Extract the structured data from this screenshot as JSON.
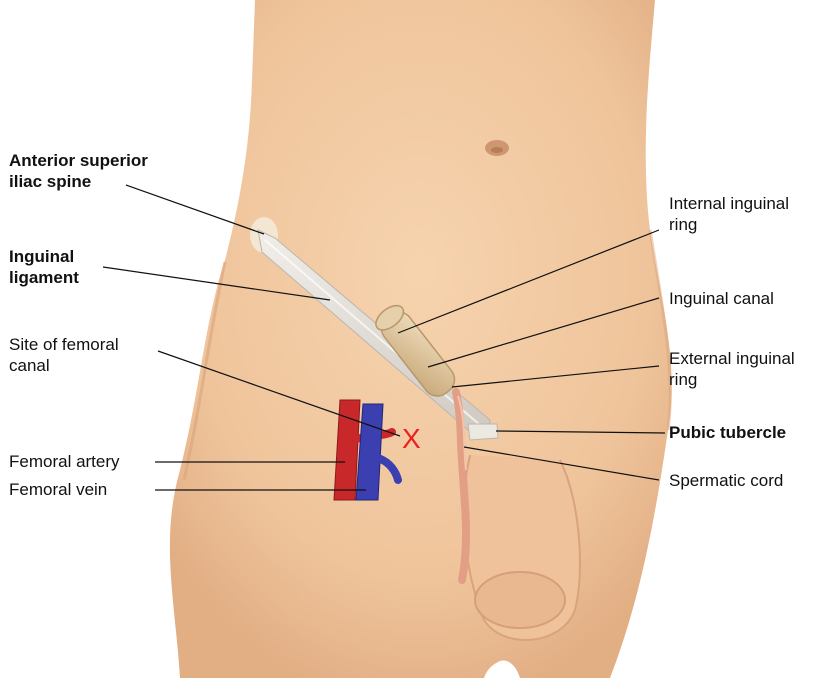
{
  "colors": {
    "skin": "#f2caa2",
    "skin_shadow": "#e3b088",
    "ligament": "#e6e2dc",
    "canal": "#dcc29a",
    "cord": "#e8a58c",
    "artery": "#c9282b",
    "vein": "#3b3fb0",
    "marker": "#e8231f"
  },
  "labels": {
    "asis": {
      "line1": "Anterior superior",
      "line2": "iliac spine"
    },
    "inguinal_ligament": {
      "line1": "Inguinal",
      "line2": "ligament"
    },
    "femoral_canal_site": {
      "line1": "Site of femoral",
      "line2": "canal"
    },
    "femoral_artery": "Femoral artery",
    "femoral_vein": "Femoral vein",
    "internal_ring": {
      "line1": "Internal inguinal",
      "line2": "ring"
    },
    "inguinal_canal": "Inguinal canal",
    "external_ring": {
      "line1": "External inguinal",
      "line2": "ring"
    },
    "pubic_tubercle": "Pubic tubercle",
    "spermatic_cord": "Spermatic cord"
  },
  "marker_symbol": "X"
}
